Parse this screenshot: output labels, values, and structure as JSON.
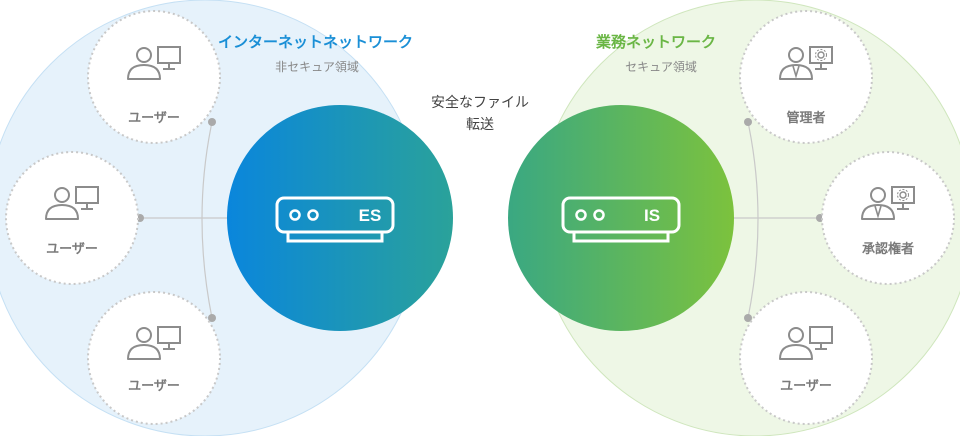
{
  "colors": {
    "internet_zone_fill": "#e6f2fb",
    "internet_zone_stroke": "#c5e0f4",
    "business_zone_fill": "#eef7e6",
    "business_zone_stroke": "#cfe6bd",
    "internet_title": "#1a8fd6",
    "business_title": "#6ab645",
    "es_gradient_start": "#0a86dc",
    "es_gradient_end": "#2aa29a",
    "is_gradient_start": "#3aa882",
    "is_gradient_end": "#7cc23d",
    "node_border": "#c8c8c8",
    "icon_gray": "#8c8c8c"
  },
  "internet_zone": {
    "title": "インターネットネットワーク",
    "subtitle": "非セキュア領域",
    "server_label": "ES",
    "nodes": [
      {
        "label": "ユーザー",
        "icon": "user-pc-icon"
      },
      {
        "label": "ユーザー",
        "icon": "user-pc-icon"
      },
      {
        "label": "ユーザー",
        "icon": "user-pc-icon"
      }
    ]
  },
  "business_zone": {
    "title": "業務ネットワーク",
    "subtitle": "セキュア領域",
    "server_label": "IS",
    "nodes": [
      {
        "label": "管理者",
        "icon": "admin-pc-gear-icon"
      },
      {
        "label": "承認権者",
        "icon": "approver-pc-gear-icon"
      },
      {
        "label": "ユーザー",
        "icon": "user-pc-icon"
      }
    ]
  },
  "transfer": {
    "line1": "安全なファイル",
    "line2": "転送"
  }
}
